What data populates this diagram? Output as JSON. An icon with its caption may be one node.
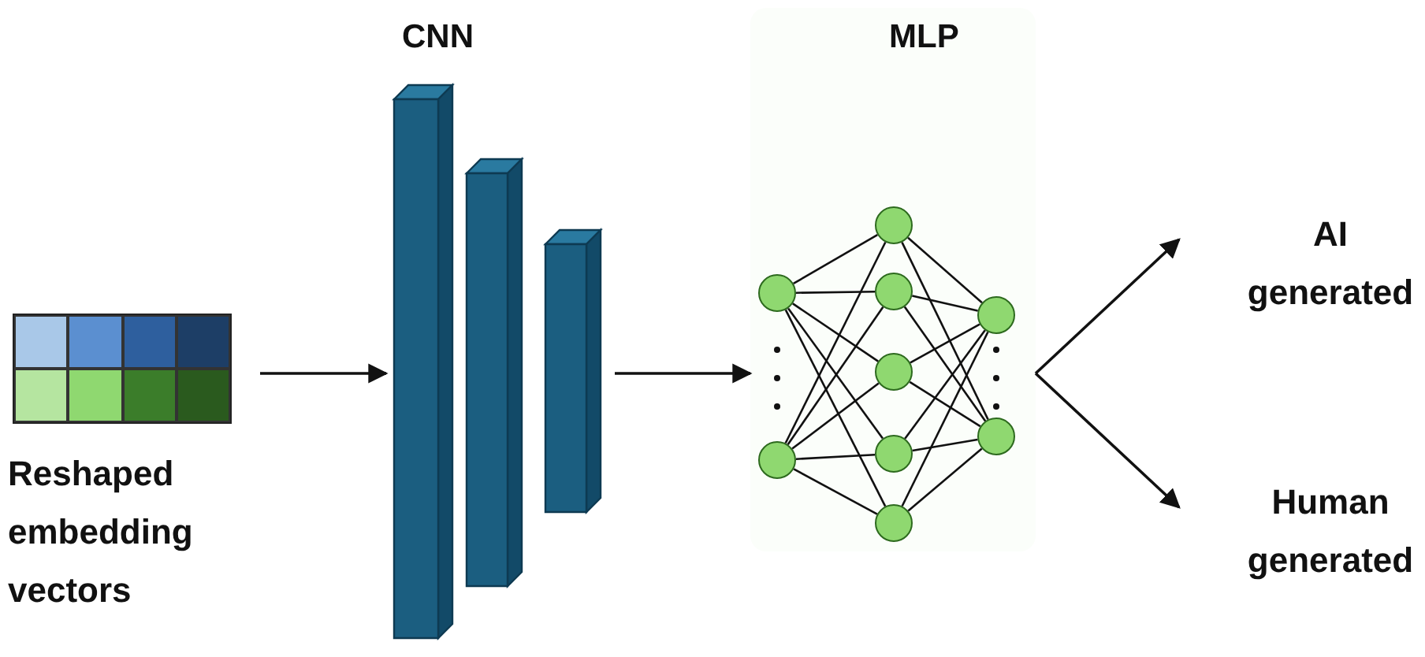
{
  "diagram": {
    "nodes": [
      {
        "text": [
          "Reshaped embedding vectors"
        ]
      },
      {
        "text": [
          "CNN"
        ]
      },
      {
        "text": [
          "MLP"
        ]
      },
      {
        "text": [],
        "shape": "circle",
        "in": 2
      },
      {
        "text": [],
        "shape": "circle",
        "in": 2
      },
      {
        "text": [],
        "shape": "circle",
        "in": 2
      },
      {
        "text": [],
        "shape": "circle",
        "in": 2
      },
      {
        "text": [],
        "shape": "circle",
        "in": 2
      },
      {
        "text": [],
        "shape": "circle",
        "in": 2
      },
      {
        "text": [],
        "shape": "circle",
        "in": 2
      },
      {
        "text": [],
        "shape": "circle",
        "in": 2
      },
      {
        "text": [],
        "shape": "circle",
        "in": 2
      },
      {
        "text": [
          "AI generated"
        ]
      },
      {
        "text": [
          "Human generated"
        ]
      }
    ],
    "edges": [
      {
        "from": 0,
        "to": 1,
        "arrow": "to"
      },
      {
        "from": 1,
        "to": 2,
        "arrow": "to"
      },
      {
        "from": 2,
        "to": 12,
        "arrow": "to"
      },
      {
        "from": 2,
        "to": 13,
        "arrow": "to"
      },
      {
        "from": 3,
        "to": 5,
        "arrow": "none"
      },
      {
        "from": 3,
        "to": 6,
        "arrow": "none"
      },
      {
        "from": 3,
        "to": 7,
        "arrow": "none"
      },
      {
        "from": 3,
        "to": 8,
        "arrow": "none"
      },
      {
        "from": 3,
        "to": 9,
        "arrow": "none"
      },
      {
        "from": 4,
        "to": 5,
        "arrow": "none"
      },
      {
        "from": 4,
        "to": 6,
        "arrow": "none"
      },
      {
        "from": 4,
        "to": 7,
        "arrow": "none"
      },
      {
        "from": 4,
        "to": 8,
        "arrow": "none"
      },
      {
        "from": 4,
        "to": 9,
        "arrow": "none"
      },
      {
        "from": 5,
        "to": 10,
        "arrow": "none"
      },
      {
        "from": 5,
        "to": 11,
        "arrow": "none"
      },
      {
        "from": 6,
        "to": 10,
        "arrow": "none"
      },
      {
        "from": 6,
        "to": 11,
        "arrow": "none"
      },
      {
        "from": 7,
        "to": 10,
        "arrow": "none"
      },
      {
        "from": 7,
        "to": 11,
        "arrow": "none"
      },
      {
        "from": 8,
        "to": 10,
        "arrow": "none"
      },
      {
        "from": 8,
        "to": 11,
        "arrow": "none"
      },
      {
        "from": 9,
        "to": 10,
        "arrow": "none"
      },
      {
        "from": 9,
        "to": 11,
        "arrow": "none"
      }
    ]
  }
}
